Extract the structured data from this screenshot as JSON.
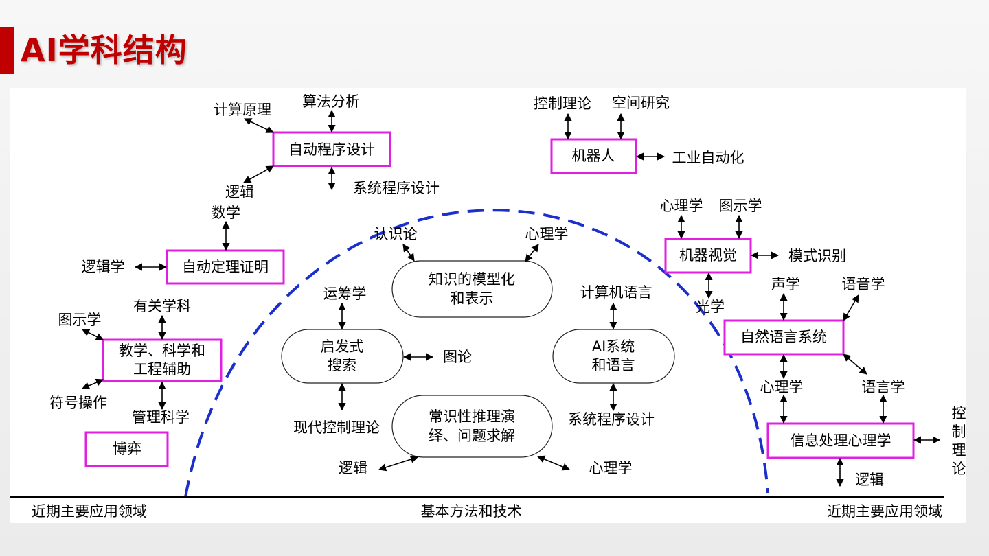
{
  "slide": {
    "title": "AI学科结构"
  },
  "diagram": {
    "boxes": {
      "auto_programming": "自动程序设计",
      "auto_theorem": "自动定理证明",
      "cai": [
        "教学、科学和",
        "工程辅助"
      ],
      "game": "博弈",
      "robot": "机器人",
      "vision": "机器视觉",
      "nlp": "自然语言系统",
      "info_psych": "信息处理心理学"
    },
    "methods": {
      "knowledge": [
        "知识的模型化",
        "和表示"
      ],
      "heuristic": [
        "启发式",
        "搜索"
      ],
      "ai_lang": [
        "AI系统",
        "和语言"
      ],
      "reasoning": [
        "常识性推理演",
        "绎、问题求解"
      ]
    },
    "labels": {
      "computation_principle": "计算原理",
      "algorithm_analysis": "算法分析",
      "system_programming_1": "系统程序设计",
      "logic_1": "逻辑",
      "math": "数学",
      "logic_science": "逻辑学",
      "related_disciplines": "有关学科",
      "graphics_1": "图示学",
      "symbol_ops": "符号操作",
      "management": "管理科学",
      "epistemology": "认识论",
      "psychology_1": "心理学",
      "operations_research": "运筹学",
      "graph_theory": "图论",
      "modern_control": "现代控制理论",
      "logic_2": "逻辑",
      "psychology_2": "心理学",
      "computer_language": "计算机语言",
      "system_programming_2": "系统程序设计",
      "control_theory_1": "控制理论",
      "space_research": "空间研究",
      "industrial_automation": "工业自动化",
      "psychology_3": "心理学",
      "graphics_2": "图示学",
      "pattern_recognition": "模式识别",
      "optics": "光学",
      "acoustics": "声学",
      "phonetics": "语音学",
      "psychology_4": "心理学",
      "linguistics": "语言学",
      "logic_3": "逻辑",
      "control_theory_vertical": [
        "控",
        "制",
        "理",
        "论"
      ]
    },
    "baseline": {
      "left": "近期主要应用领域",
      "center": "基本方法和技术",
      "right": "近期主要应用领域"
    },
    "colors": {
      "title_red": "#c00000",
      "box_border": "#e020e0",
      "dashed_arc": "#1a2fcc"
    }
  }
}
